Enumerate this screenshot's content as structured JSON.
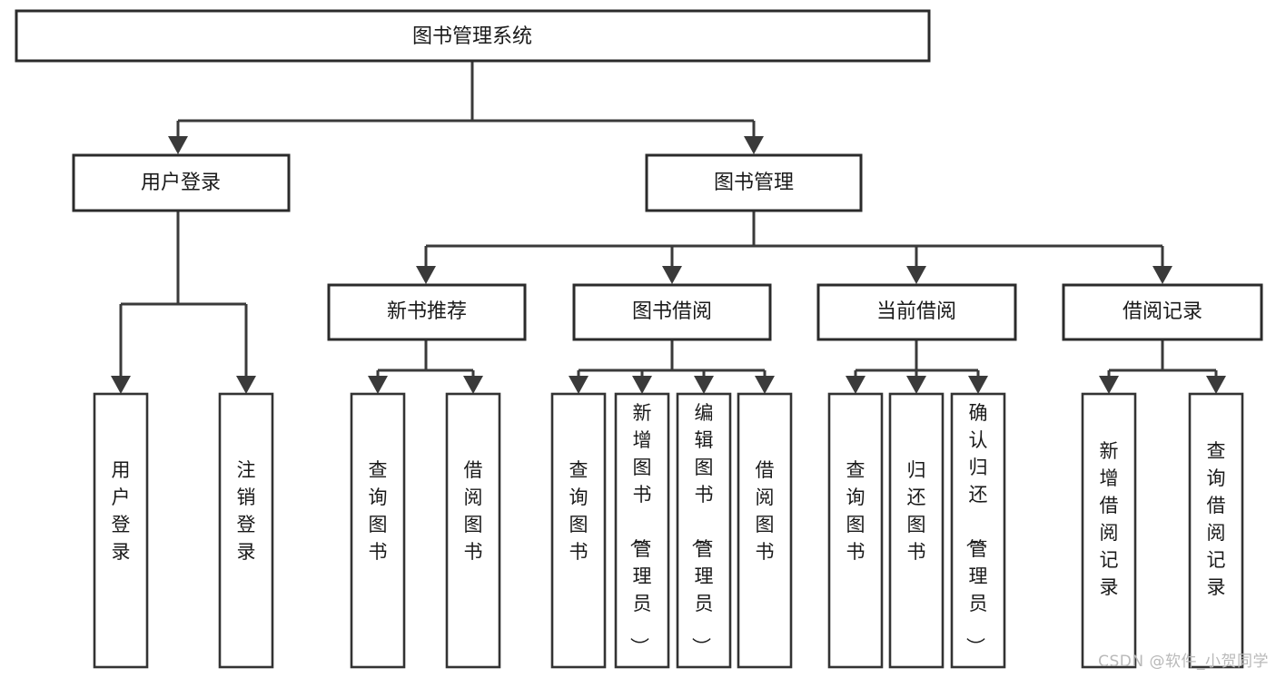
{
  "diagram": {
    "title": "图书管理系统",
    "type": "hierarchy-tree",
    "watermark": "CSDN @软件_小贺同学",
    "root": {
      "label": "图书管理系统"
    },
    "level2": [
      {
        "label": "用户登录"
      },
      {
        "label": "图书管理"
      }
    ],
    "level3": [
      {
        "label": "新书推荐"
      },
      {
        "label": "图书借阅"
      },
      {
        "label": "当前借阅"
      },
      {
        "label": "借阅记录"
      }
    ],
    "leaves": {
      "user_login": [
        {
          "label": "用户登录"
        },
        {
          "label": "注销登录"
        }
      ],
      "new_book_recommend": [
        {
          "label": "查询图书"
        },
        {
          "label": "借阅图书"
        }
      ],
      "book_borrow": [
        {
          "label": "查询图书"
        },
        {
          "label": "新增图书（管理员）"
        },
        {
          "label": "编辑图书（管理员）"
        },
        {
          "label": "借阅图书"
        }
      ],
      "current_borrow": [
        {
          "label": "查询图书"
        },
        {
          "label": "归还图书"
        },
        {
          "label": "确认归还（管理员）"
        }
      ],
      "borrow_record": [
        {
          "label": "新增借阅记录"
        },
        {
          "label": "查询借阅记录"
        }
      ]
    },
    "colors": {
      "box_stroke": "#2b2b2b",
      "line": "#3a3a3a",
      "text": "#1a1a1a",
      "background": "#ffffff",
      "watermark": "#b9b9b9"
    }
  }
}
